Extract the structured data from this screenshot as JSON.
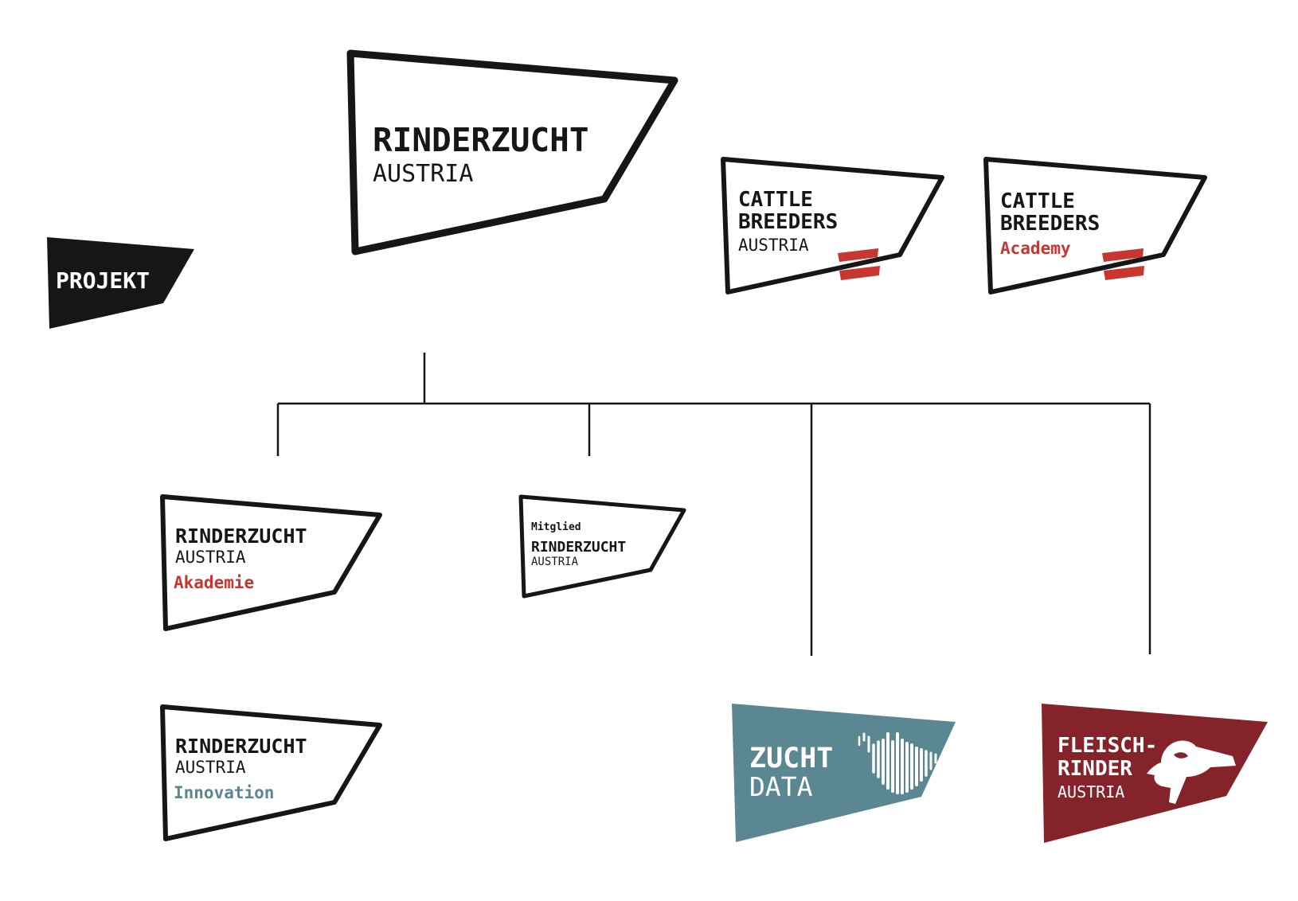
{
  "colors": {
    "ink": "#161616",
    "red": "#c8362f",
    "teal": "#5a8791",
    "maroon": "#84232a",
    "white": "#ffffff"
  },
  "projekt": {
    "label": "PROJEKT"
  },
  "main_logo": {
    "line1": "RINDERZUCHT",
    "line2": "AUSTRIA"
  },
  "cba": {
    "line1": "CATTLE",
    "line2": "BREEDERS",
    "line3": "AUSTRIA"
  },
  "cbacademy": {
    "line1": "CATTLE",
    "line2": "BREEDERS",
    "line3": "Academy"
  },
  "akademie": {
    "line1": "RINDERZUCHT",
    "line2": "AUSTRIA",
    "line3": "Akademie"
  },
  "mitglied": {
    "line0": "Mitglied",
    "line1": "RINDERZUCHT",
    "line2": "AUSTRIA"
  },
  "innovation": {
    "line1": "RINDERZUCHT",
    "line2": "AUSTRIA",
    "line3": "Innovation"
  },
  "zuchtdata": {
    "line1": "ZUCHT",
    "line2": "DATA"
  },
  "fleischrinder": {
    "line1": "FLEISCH-",
    "line2": "RINDER",
    "line3": "AUSTRIA"
  }
}
